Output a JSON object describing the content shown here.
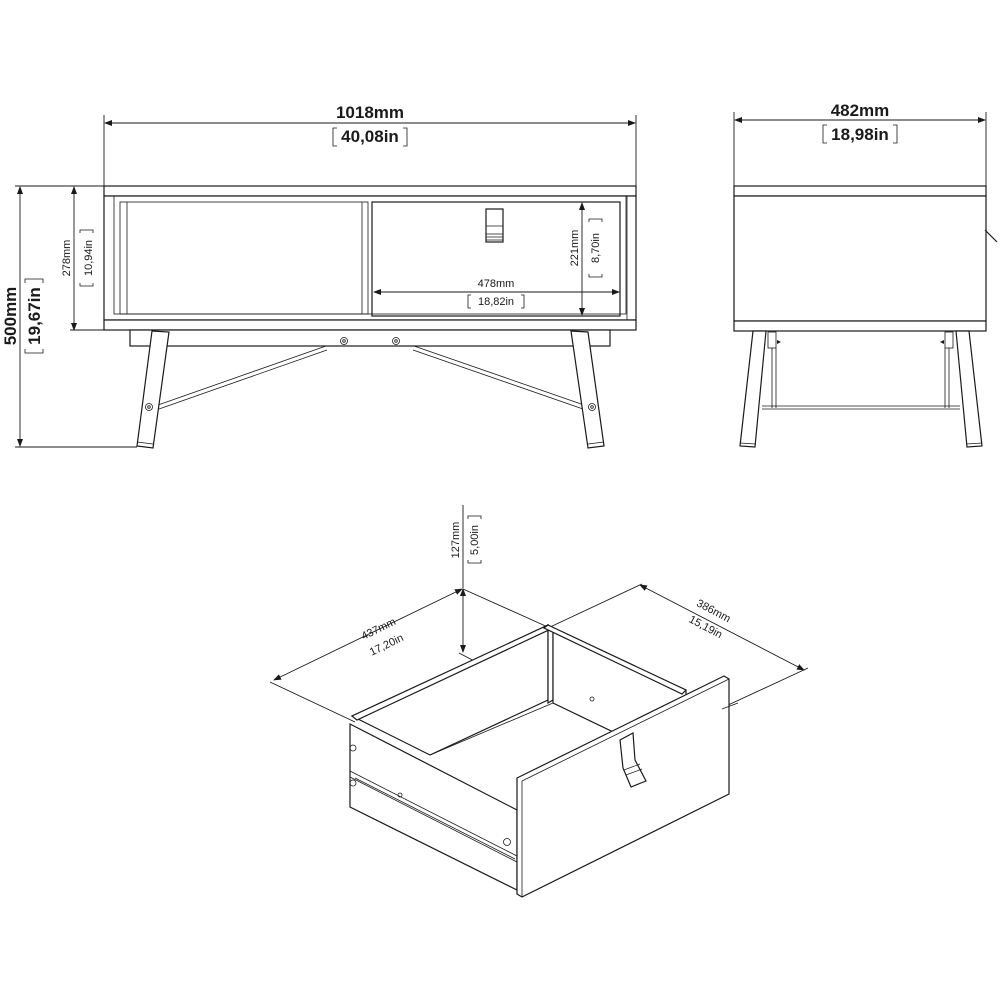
{
  "front_view": {
    "width": {
      "mm": "1018mm",
      "in": "40,08in"
    },
    "height_total": {
      "mm": "500mm",
      "in": "19,67in"
    },
    "height_body": {
      "mm": "278mm",
      "in": "10,94in"
    },
    "drawer_opening_width": {
      "mm": "478mm",
      "in": "18,82in"
    },
    "drawer_opening_height": {
      "mm": "221mm",
      "in": "8,70in"
    }
  },
  "side_view": {
    "depth": {
      "mm": "482mm",
      "in": "18,98in"
    }
  },
  "drawer_view": {
    "height": {
      "mm": "127mm",
      "in": "5,00in"
    },
    "depth": {
      "mm": "437mm",
      "in": "17,20in"
    },
    "width": {
      "mm": "386mm",
      "in": "15,19in"
    }
  },
  "colors": {
    "line": "#1a1a1a",
    "background": "#ffffff"
  }
}
